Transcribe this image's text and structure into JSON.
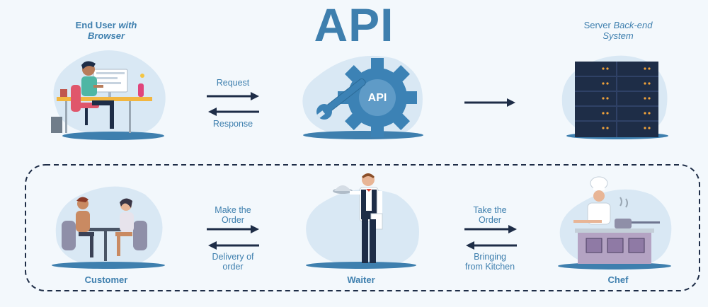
{
  "title": "API",
  "top_row": {
    "end_user": {
      "line1": "End User",
      "line1_italic": "with",
      "line2": "Browser"
    },
    "server": {
      "line1": "Server",
      "line1_italic": "Back-end",
      "line2": "System"
    },
    "request_label": "Request",
    "response_label": "Response",
    "gear_label": "API"
  },
  "bottom_row": {
    "customer_label": "Customer",
    "waiter_label": "Waiter",
    "chef_label": "Chef",
    "make_order_line1": "Make the",
    "make_order_line2": "Order",
    "delivery_line1": "Delivery of",
    "delivery_line2": "order",
    "take_order_line1": "Take the",
    "take_order_line2": "Order",
    "bringing_line1": "Bringing",
    "bringing_line2": "from Kitchen"
  },
  "colors": {
    "accent": "#3e7fae",
    "dark": "#1e2d47",
    "blob": "#d9e8f4",
    "gear": "#3c82b5"
  }
}
